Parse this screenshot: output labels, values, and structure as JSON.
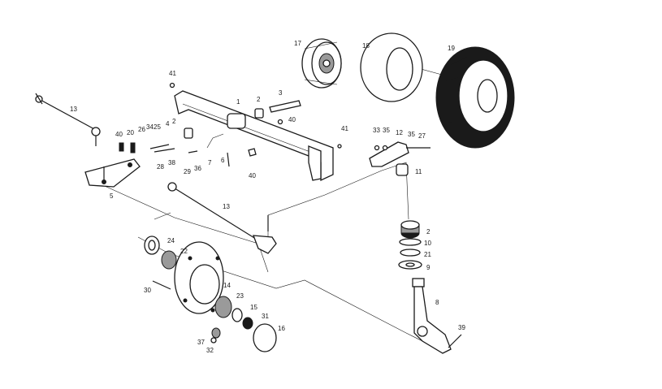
{
  "diagram": {
    "callouts": [
      {
        "id": "c1",
        "text": "1"
      },
      {
        "id": "c2a",
        "text": "2"
      },
      {
        "id": "c2b",
        "text": "2"
      },
      {
        "id": "c2c",
        "text": "2"
      },
      {
        "id": "c3",
        "text": "3"
      },
      {
        "id": "c4",
        "text": "4"
      },
      {
        "id": "c5",
        "text": "5"
      },
      {
        "id": "c6",
        "text": "6"
      },
      {
        "id": "c7",
        "text": "7"
      },
      {
        "id": "c8",
        "text": "8"
      },
      {
        "id": "c9",
        "text": "9"
      },
      {
        "id": "c10",
        "text": "10"
      },
      {
        "id": "c11",
        "text": "11"
      },
      {
        "id": "c12",
        "text": "12"
      },
      {
        "id": "c13a",
        "text": "13"
      },
      {
        "id": "c13b",
        "text": "13"
      },
      {
        "id": "c14",
        "text": "14"
      },
      {
        "id": "c15",
        "text": "15"
      },
      {
        "id": "c16",
        "text": "16"
      },
      {
        "id": "c17",
        "text": "17"
      },
      {
        "id": "c18",
        "text": "18"
      },
      {
        "id": "c19",
        "text": "19"
      },
      {
        "id": "c20",
        "text": "20"
      },
      {
        "id": "c21",
        "text": "21"
      },
      {
        "id": "c22",
        "text": "22"
      },
      {
        "id": "c23",
        "text": "23"
      },
      {
        "id": "c24",
        "text": "24"
      },
      {
        "id": "c25",
        "text": "25"
      },
      {
        "id": "c26",
        "text": "26"
      },
      {
        "id": "c27",
        "text": "27"
      },
      {
        "id": "c28",
        "text": "28"
      },
      {
        "id": "c29",
        "text": "29"
      },
      {
        "id": "c30",
        "text": "30"
      },
      {
        "id": "c31",
        "text": "31"
      },
      {
        "id": "c32",
        "text": "32"
      },
      {
        "id": "c33",
        "text": "33"
      },
      {
        "id": "c34",
        "text": "34"
      },
      {
        "id": "c35a",
        "text": "35"
      },
      {
        "id": "c35b",
        "text": "35"
      },
      {
        "id": "c36",
        "text": "36"
      },
      {
        "id": "c37",
        "text": "37"
      },
      {
        "id": "c38",
        "text": "38"
      },
      {
        "id": "c39",
        "text": "39"
      },
      {
        "id": "c40a",
        "text": "40"
      },
      {
        "id": "c40b",
        "text": "40"
      },
      {
        "id": "c40c",
        "text": "40"
      },
      {
        "id": "c41a",
        "text": "41"
      },
      {
        "id": "c41b",
        "text": "41"
      }
    ]
  }
}
